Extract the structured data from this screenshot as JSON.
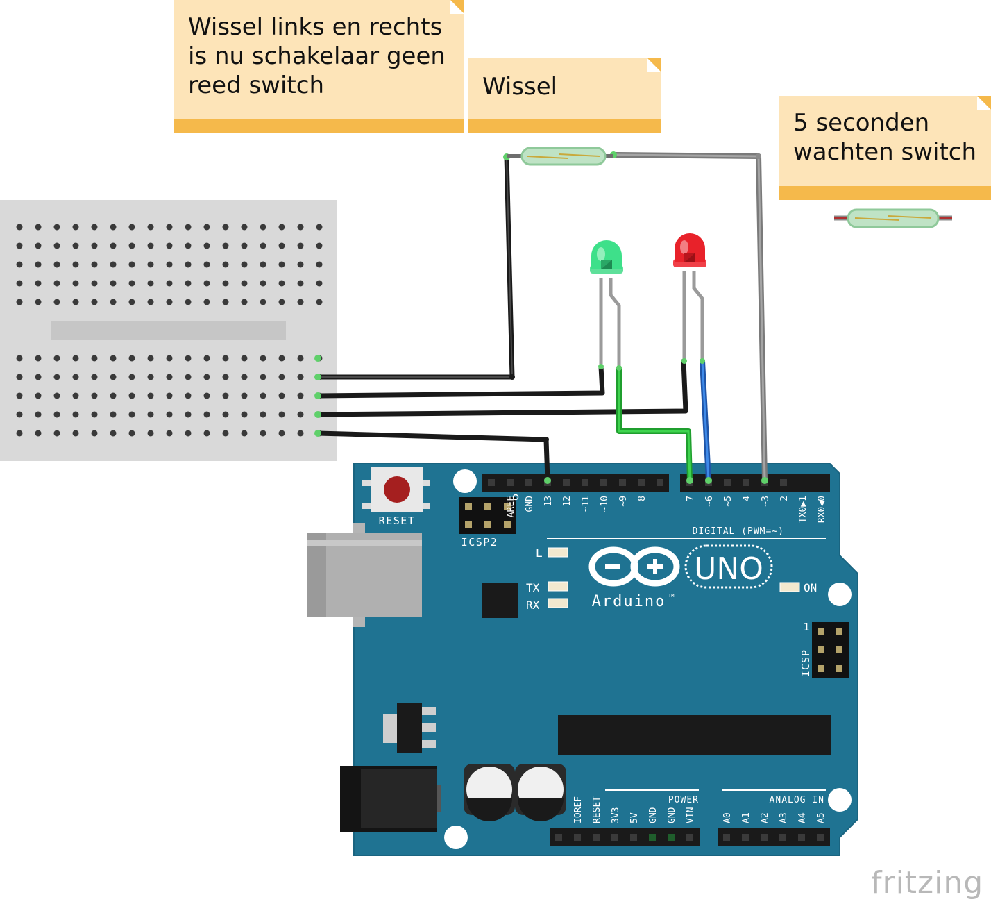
{
  "notes": {
    "note1": "Wissel links en rechts\nis nu schakelaar geen\nreed switch",
    "note2": "Wissel",
    "note3": "5 seconden\nwachten switch"
  },
  "board": {
    "reset": "RESET",
    "icsp2": "ICSP2",
    "icsp": "ICSP",
    "icsp_pin1": "1",
    "led_l": "L",
    "led_tx": "TX",
    "led_rx": "RX",
    "led_on": "ON",
    "uno": "UNO",
    "arduino": "Arduino",
    "tm": "TM",
    "digital": "DIGITAL (PWM=~)",
    "power": "POWER",
    "analog": "ANALOG IN",
    "digital_pins": [
      "AREF",
      "GND",
      "13",
      "12",
      "~11",
      "~10",
      "~9",
      "8",
      "7",
      "~6",
      "~5",
      "4",
      "~3",
      "2",
      "TX0▶1",
      "RX0◀0"
    ],
    "power_pins": [
      "IOREF",
      "RESET",
      "3V3",
      "5V",
      "GND",
      "GND",
      "VIN"
    ],
    "analog_pins": [
      "A0",
      "A1",
      "A2",
      "A3",
      "A4",
      "A5"
    ]
  },
  "brand": "fritzing",
  "colors": {
    "board": "#1f7392",
    "note_bg": "#fde4b8",
    "note_bar": "#f5b94b",
    "wire_black": "#222222",
    "wire_green": "#2bbd3b",
    "wire_blue": "#2d6fd1",
    "wire_gray": "#8a8a8a",
    "led_green": "#3ee08a",
    "led_red": "#e8222a"
  }
}
